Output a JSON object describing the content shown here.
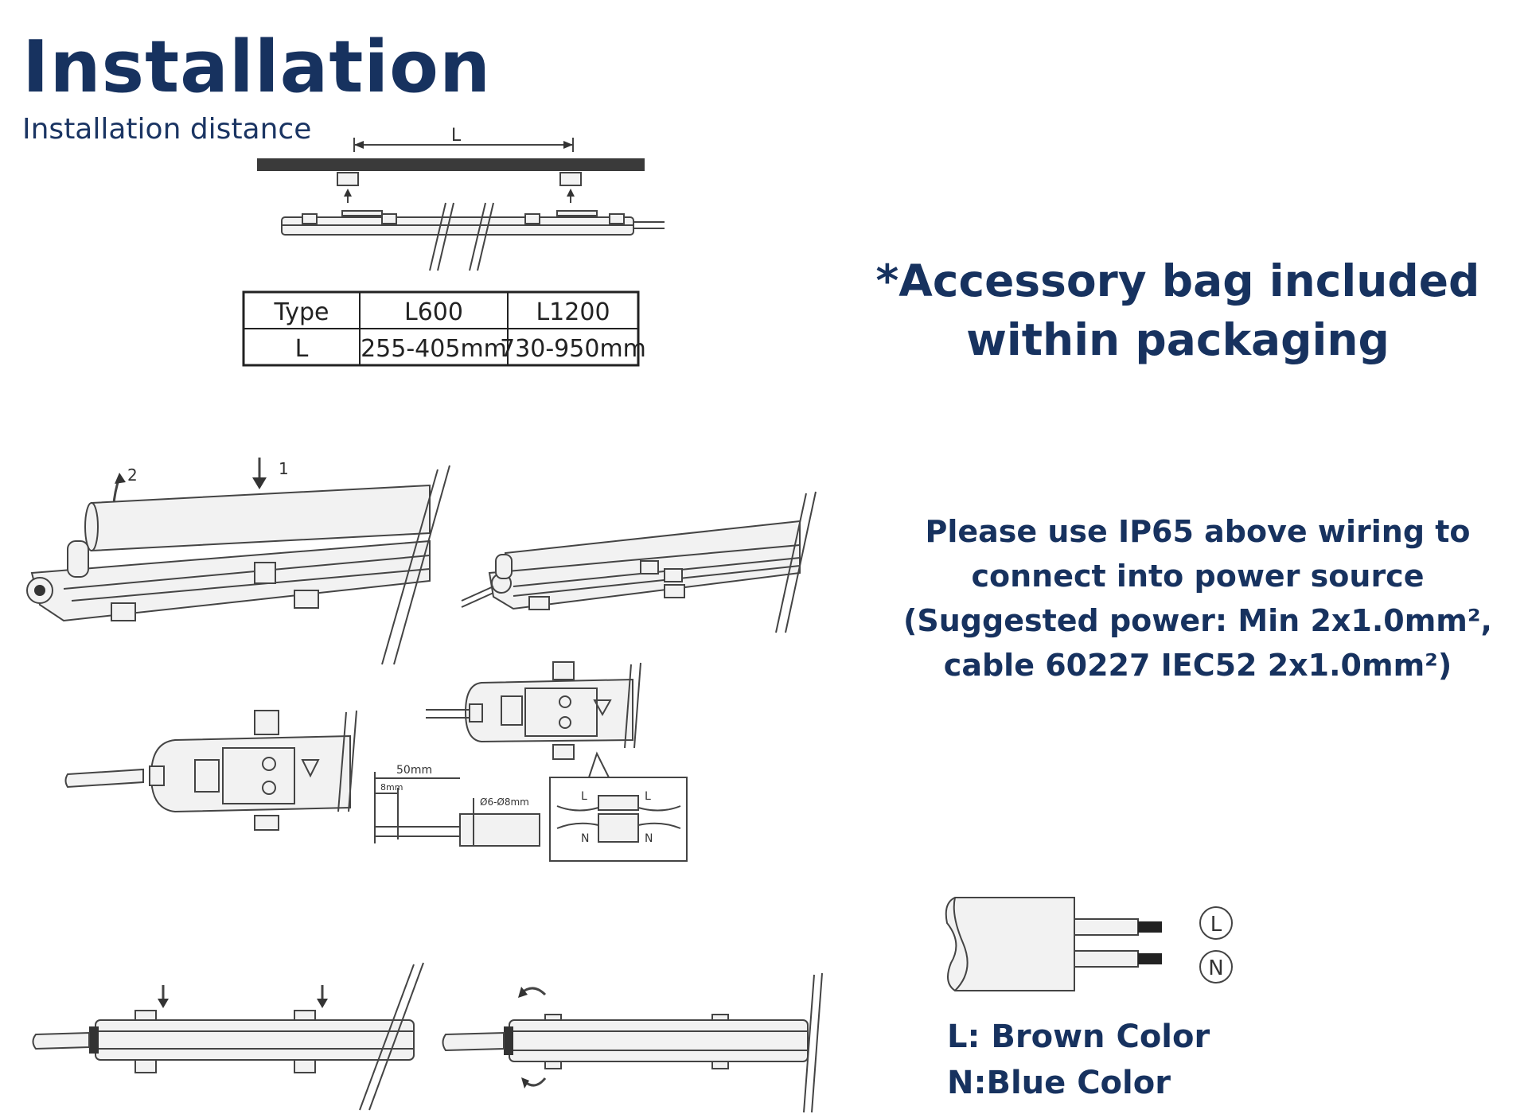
{
  "title": "Installation",
  "subtitle": "Installation distance",
  "distance_diagram": {
    "dimension_label": "L"
  },
  "distance_table": {
    "headers": [
      "Type",
      "L600",
      "L1200"
    ],
    "rows": [
      [
        "L",
        "255-405mm",
        "730-950mm"
      ]
    ]
  },
  "tube_diagram": {
    "step_1": "1",
    "step_2": "2"
  },
  "cable_strip_diagram": {
    "strip_length": "50mm",
    "core_strip": "8mm",
    "cable_diameter": "Ø6-Ø8mm"
  },
  "terminal_diagram": {
    "live_left": "L",
    "live_right": "L",
    "neutral_left": "N",
    "neutral_right": "N"
  },
  "wire_diagram": {
    "live_symbol": "L",
    "neutral_symbol": "N"
  },
  "accessory_note": "*Accessory bag included within packaging",
  "wiring_note": {
    "line1": "Please use IP65 above wiring to connect into power source",
    "line2": "(Suggested power:  Min 2x1.0mm², cable 60227 IEC52 2x1.0mm²)"
  },
  "wire_legend": {
    "live": "L: Brown Color",
    "neutral": "N:Blue Color"
  }
}
